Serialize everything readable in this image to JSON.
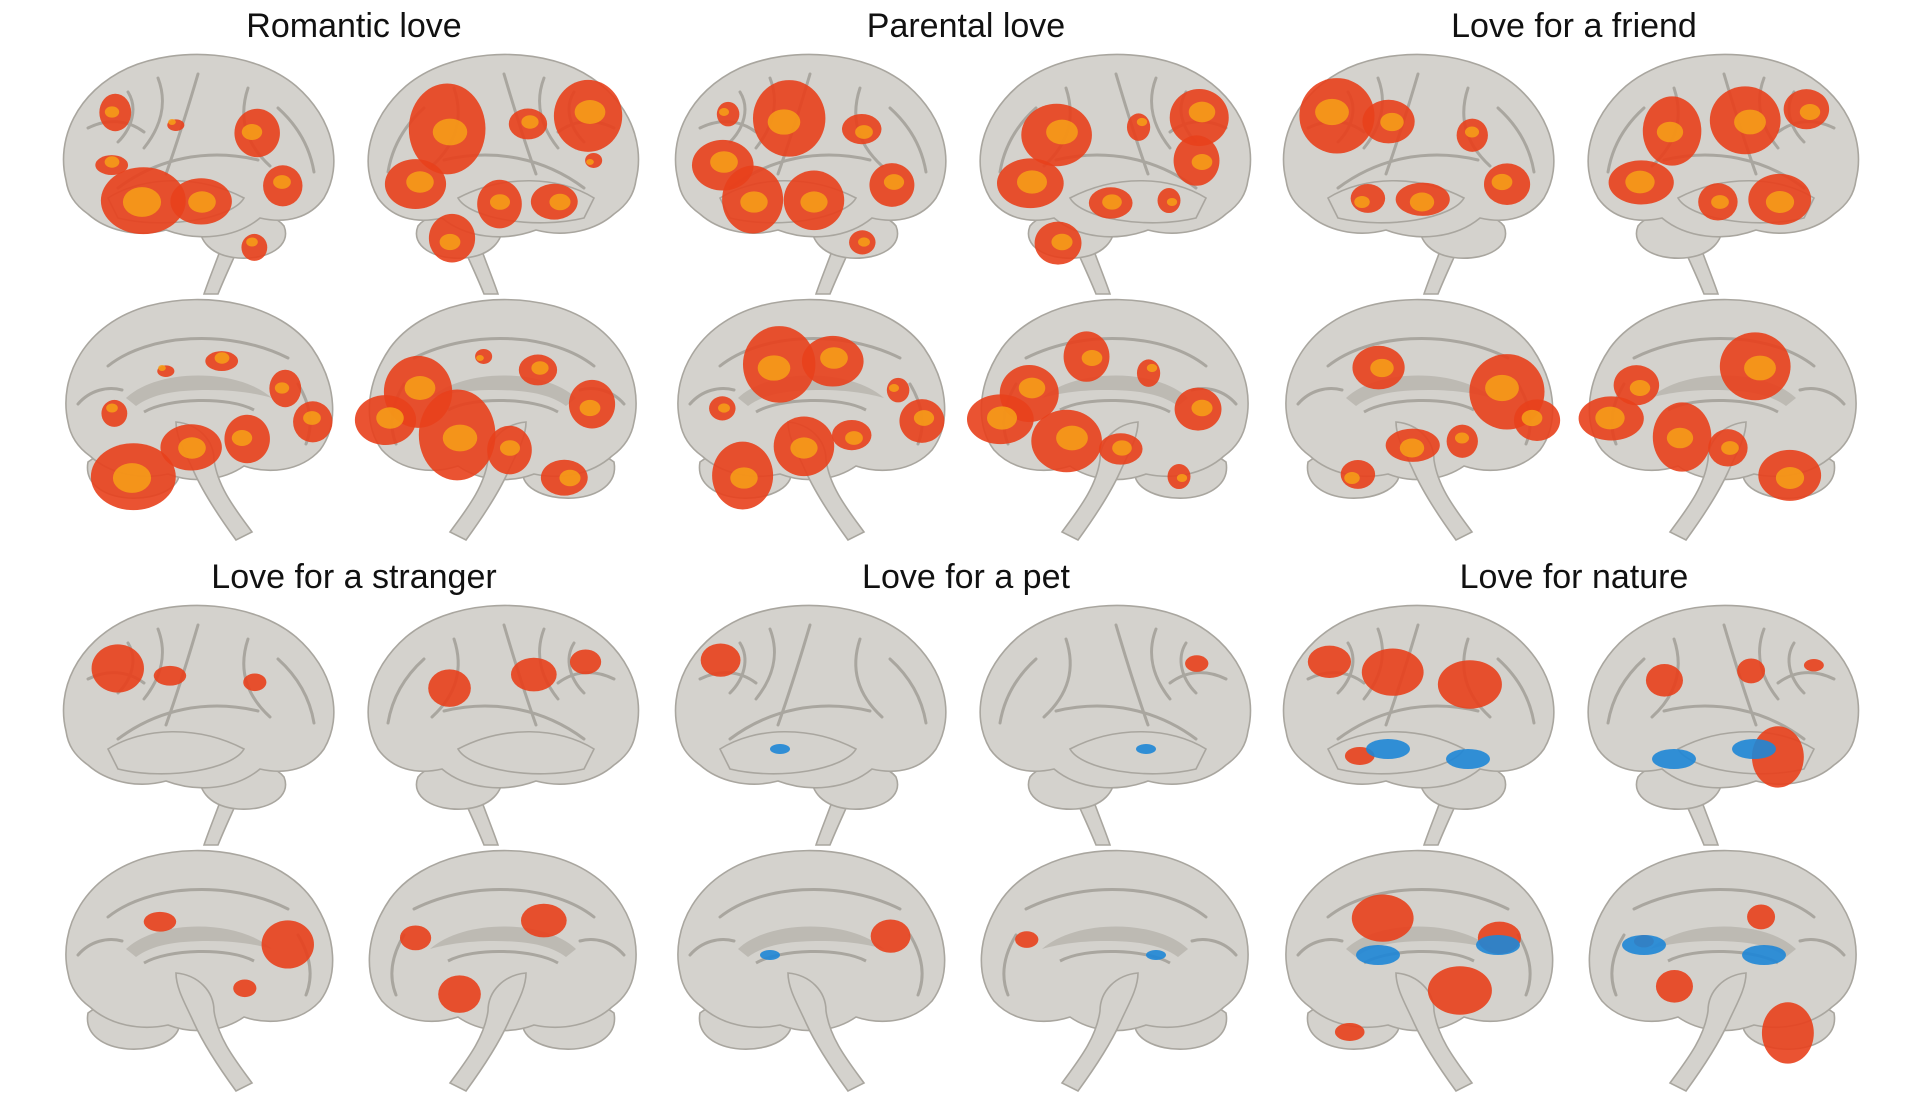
{
  "panels": [
    {
      "title": "Romantic love"
    },
    {
      "title": "Parental love"
    },
    {
      "title": "Love for a friend"
    },
    {
      "title": "Love for a stranger"
    },
    {
      "title": "Love for a pet"
    },
    {
      "title": "Love for nature"
    }
  ],
  "colors": {
    "background": "#ffffff",
    "cortex": "#d4d2cd",
    "cortex_shade": "#a9a69f",
    "activation_positive": "#e8401c",
    "activation_positive_peak": "#f6a017",
    "activation_negative": "#1e86d6"
  }
}
